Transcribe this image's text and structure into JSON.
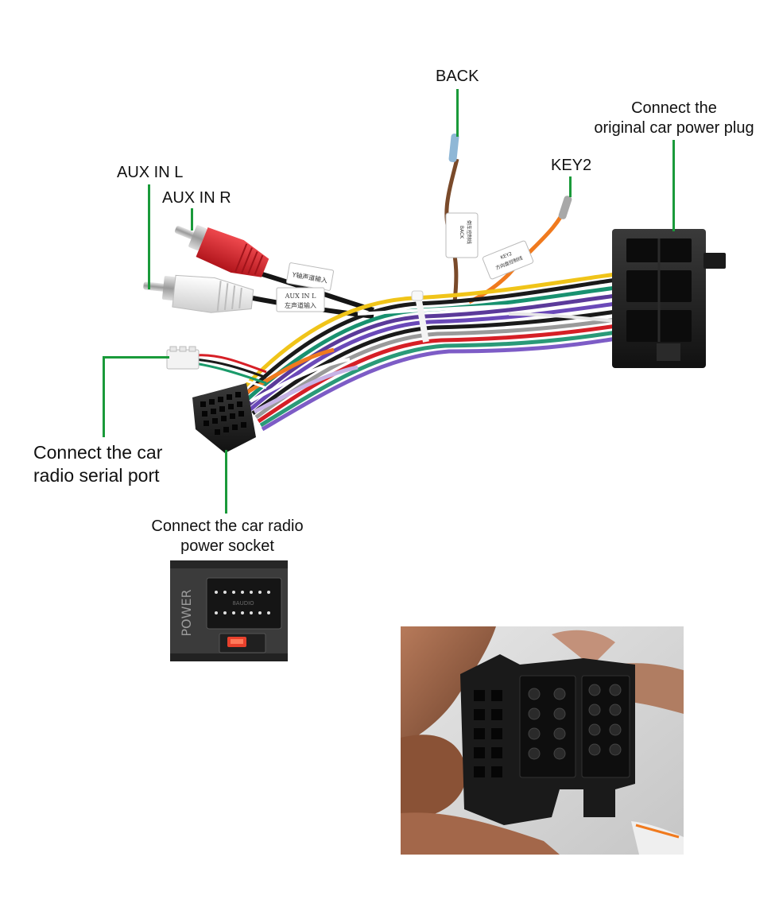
{
  "labels": {
    "back": "BACK",
    "key2": "KEY2",
    "aux_in_l": "AUX IN L",
    "aux_in_r": "AUX IN R",
    "original_power_line1": "Connect the",
    "original_power_line2": "original car power plug",
    "serial_line1": "Connect the car",
    "serial_line2": "radio  serial port",
    "power_socket_line1": "Connect the car radio",
    "power_socket_line2": "power socket"
  },
  "wire_tags": {
    "back_tag_line1": "BACK",
    "back_tag_line2": "倒车控制线",
    "key2_tag_line1": "KEY2",
    "key2_tag_line2": "方向盘控制线",
    "aux_r_tag": "Y轴声道输入",
    "aux_l_tag_line1": "AUX IN L",
    "aux_l_tag_line2": "左声道输入"
  },
  "inset": {
    "power_text": "POWER",
    "fuse_label": "8AUDIO"
  },
  "colors": {
    "pointer": "#1a9a3a",
    "connector": "#1f1f1f",
    "rca_red": "#d8232a",
    "rca_white": "#f2f2f2"
  }
}
